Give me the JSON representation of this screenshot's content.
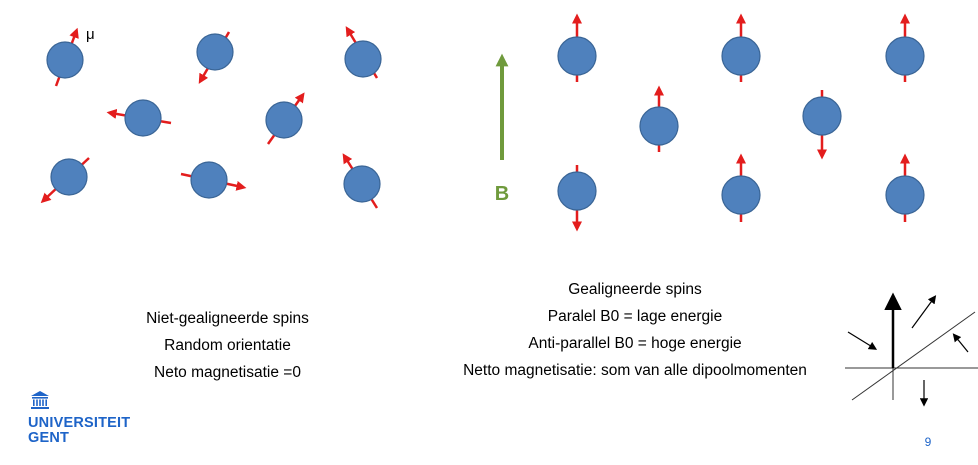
{
  "labels": {
    "mu": "μ",
    "field": "B"
  },
  "captions": {
    "left": [
      "Niet-gealigneerde spins",
      "Random orientatie",
      "Neto magnetisatie =0"
    ],
    "right": [
      "Gealigneerde spins",
      "Paralel B0 = lage energie",
      "Anti-parallel B0 = hoge energie",
      "Netto magnetisatie: som van alle dipoolmomenten"
    ]
  },
  "logo": {
    "line1": "UNIVERSITEIT",
    "line2": "GENT"
  },
  "page_number": "9",
  "colors": {
    "spin_fill": "#4f81bd",
    "spin_stroke": "#3a6596",
    "arrow": "#e31d1d",
    "field": "#6f9a3c",
    "brand": "#1e64c8"
  }
}
